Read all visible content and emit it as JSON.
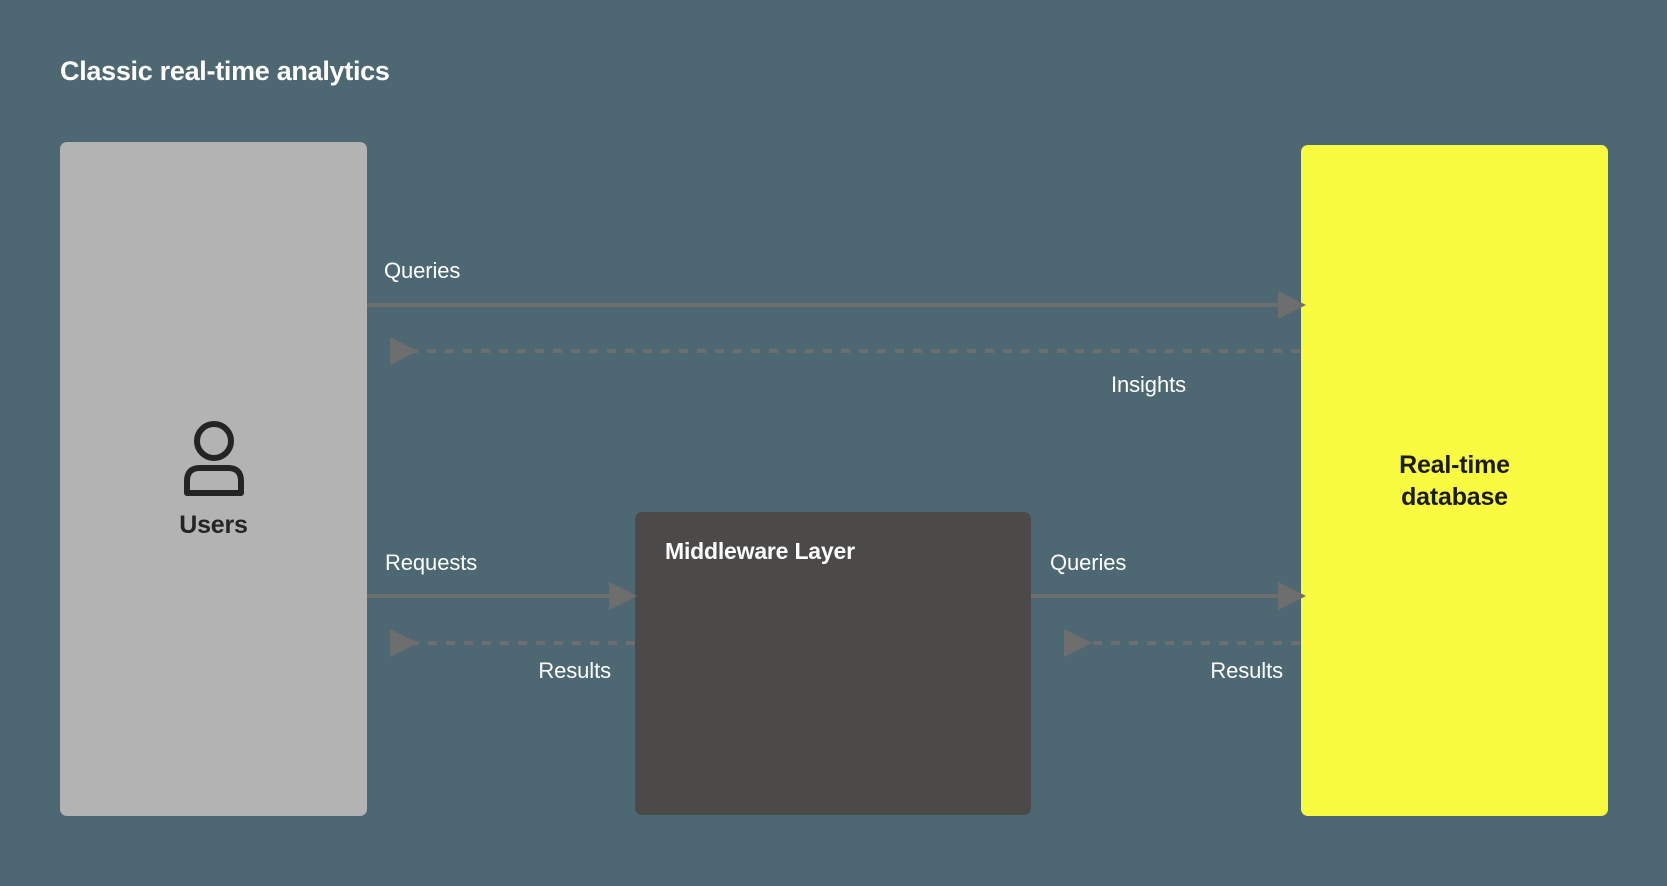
{
  "diagram": {
    "title": "Classic real-time analytics",
    "background_color": "#4d6872",
    "nodes": {
      "users": {
        "label": "Users",
        "icon": "user-icon",
        "fill_color": "#b3b3b3",
        "text_color": "#242424"
      },
      "middleware": {
        "label": "Middleware Layer",
        "fill_color": "#4b4a48",
        "text_color": "#ffffff"
      },
      "database": {
        "label_line1": "Real-time",
        "label_line2": "database",
        "fill_color": "#f9fb41",
        "text_color": "#1b1b1b"
      }
    },
    "edges": [
      {
        "id": "queries-top",
        "label": "Queries",
        "from": "users",
        "to": "database",
        "direction": "right",
        "style": "solid",
        "color": "#6e6e6e"
      },
      {
        "id": "insights",
        "label": "Insights",
        "from": "database",
        "to": "users",
        "direction": "left",
        "style": "dashed",
        "color": "#6e6e6e"
      },
      {
        "id": "requests",
        "label": "Requests",
        "from": "users",
        "to": "middleware",
        "direction": "right",
        "style": "solid",
        "color": "#6e6e6e"
      },
      {
        "id": "results-left",
        "label": "Results",
        "from": "middleware",
        "to": "users",
        "direction": "left",
        "style": "dashed",
        "color": "#6e6e6e"
      },
      {
        "id": "queries-mid",
        "label": "Queries",
        "from": "middleware",
        "to": "database",
        "direction": "right",
        "style": "solid",
        "color": "#6e6e6e"
      },
      {
        "id": "results-right",
        "label": "Results",
        "from": "database",
        "to": "middleware",
        "direction": "left",
        "style": "dashed",
        "color": "#6e6e6e"
      }
    ]
  }
}
